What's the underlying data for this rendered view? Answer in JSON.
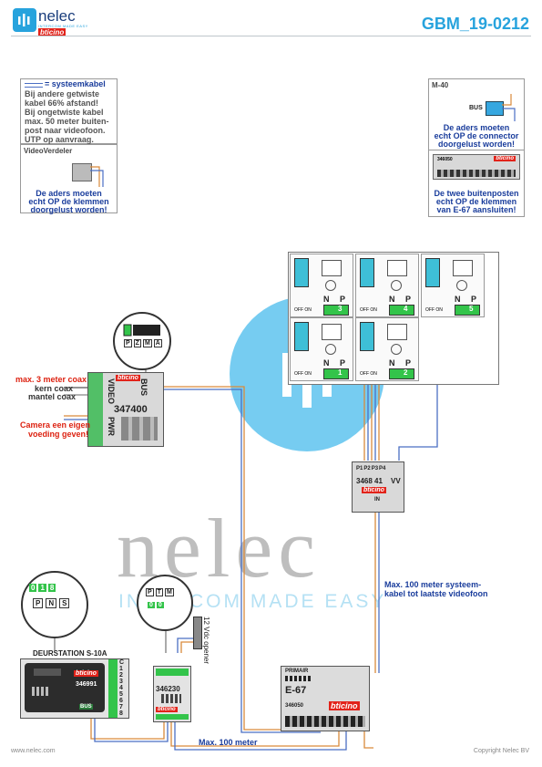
{
  "header": {
    "brand": "nelec",
    "brand_sub": "INTERCOM MADE EASY",
    "brand_partner": "bticino",
    "doc_id": "GBM_19-0212"
  },
  "notes": {
    "cable_legend_label": "= systeemkabel",
    "cable_lines": [
      "Bij andere getwiste",
      "kabel 66% afstand!",
      "Bij ongetwiste kabel",
      "max. 50 meter buiten-",
      "post naar videofoon.",
      "UTP op aanvraag."
    ],
    "videoverdeler_title": "VideoVerdeler",
    "videoverdeler_lines": [
      "De aders moeten",
      "echt OP de klemmen",
      "doorgelust worden!"
    ],
    "m40_title": "M-40",
    "m40_bus": "BUS",
    "m40_lines": [
      "De aders moeten",
      "echt OP de connector",
      "doorgelust worden!"
    ],
    "e67_small_code": "346050",
    "e67_small_brand": "bticino",
    "e67_lines": [
      "De twee buitenposten",
      "echt OP de klemmen",
      "van E-67 aansluiten!"
    ]
  },
  "video_module": {
    "code": "347400",
    "brand": "bticino",
    "video": "VIDEO",
    "bus": "BUS",
    "pwr": "PWR",
    "zoom_keys": [
      "P",
      "Z",
      "M",
      "A"
    ],
    "coax_title": "max. 3 meter coax",
    "coax_core": "kern coax",
    "coax_shield": "mantel coax",
    "camera_note": [
      "Camera een eigen",
      "voeding geven!"
    ]
  },
  "monitors": [
    {
      "n": "N",
      "p": "P",
      "num": "3",
      "label": "OFF ON"
    },
    {
      "n": "N",
      "p": "P",
      "num": "4",
      "label": "OFF ON"
    },
    {
      "n": "N",
      "p": "P",
      "num": "5",
      "label": "OFF ON"
    },
    {
      "n": "N",
      "p": "P",
      "num": "1",
      "label": "OFF ON"
    },
    {
      "n": "N",
      "p": "P",
      "num": "2",
      "label": "OFF ON"
    }
  ],
  "distributor": {
    "ports": [
      "P1",
      "P2",
      "P3",
      "P4"
    ],
    "code": "3468 41",
    "suffix": "VV",
    "brand": "bticino",
    "in": "IN"
  },
  "door_station": {
    "title": "DEURSTATION S-10A",
    "brand": "bticino",
    "code": "346991",
    "bus": "BUS",
    "terminals": [
      "C",
      "1",
      "2",
      "3",
      "4",
      "5",
      "6",
      "7",
      "8"
    ],
    "zoom_digits": [
      "0",
      "1",
      "8"
    ],
    "zoom_keys": [
      "P",
      "N",
      "S"
    ]
  },
  "relay": {
    "code": "346230",
    "brand": "bticino",
    "zoom_keys": [
      "P",
      "T",
      "M"
    ],
    "zoom_digits": [
      "0",
      "0"
    ],
    "opener": "12 Vdc opener"
  },
  "power_supply": {
    "primair": "PRIMAIR",
    "name": "E-67",
    "code": "346050",
    "brand": "bticino"
  },
  "cable_notes": {
    "max100_system": [
      "Max. 100 meter systeem-",
      "kabel tot laatste videofoon"
    ],
    "max100": "Max. 100 meter"
  },
  "watermark": {
    "main": "nelec",
    "sub": "INTERCOM MADE EASY"
  },
  "footer": {
    "left": "www.nelec.com",
    "right": "Copyright Nelec BV"
  },
  "colors": {
    "accent": "#27a3dd",
    "brand_red": "#e2231a",
    "note_blue": "#1a3d9c",
    "note_red": "#dd2211",
    "terminal_green": "#33c44a"
  }
}
